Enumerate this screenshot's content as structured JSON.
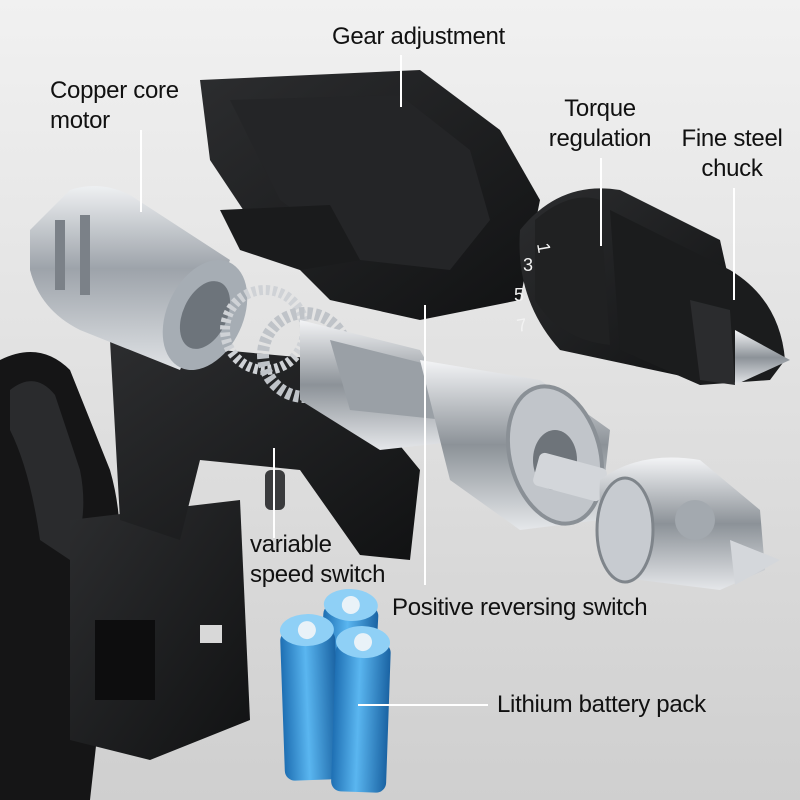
{
  "labels": {
    "gear_adjustment": "Gear adjustment",
    "copper_core_motor": [
      "Copper core",
      "motor"
    ],
    "torque_regulation": [
      "Torque",
      "regulation"
    ],
    "fine_steel_chuck": [
      "Fine steel",
      "chuck"
    ],
    "variable_speed_switch": [
      "variable",
      "speed switch"
    ],
    "positive_reversing_switch": "Positive reversing switch",
    "lithium_battery_pack": "Lithium battery pack"
  },
  "torque_dial_marks": [
    "1",
    "3",
    "5",
    "7"
  ],
  "colors": {
    "background_top": "#ececec",
    "background_bottom": "#d2d2d2",
    "housing": "#1b1b1c",
    "metal": "#c9ccd0",
    "battery_cell": "#3d9ee0",
    "label_text": "#111111",
    "leader_line": "#ffffff"
  }
}
